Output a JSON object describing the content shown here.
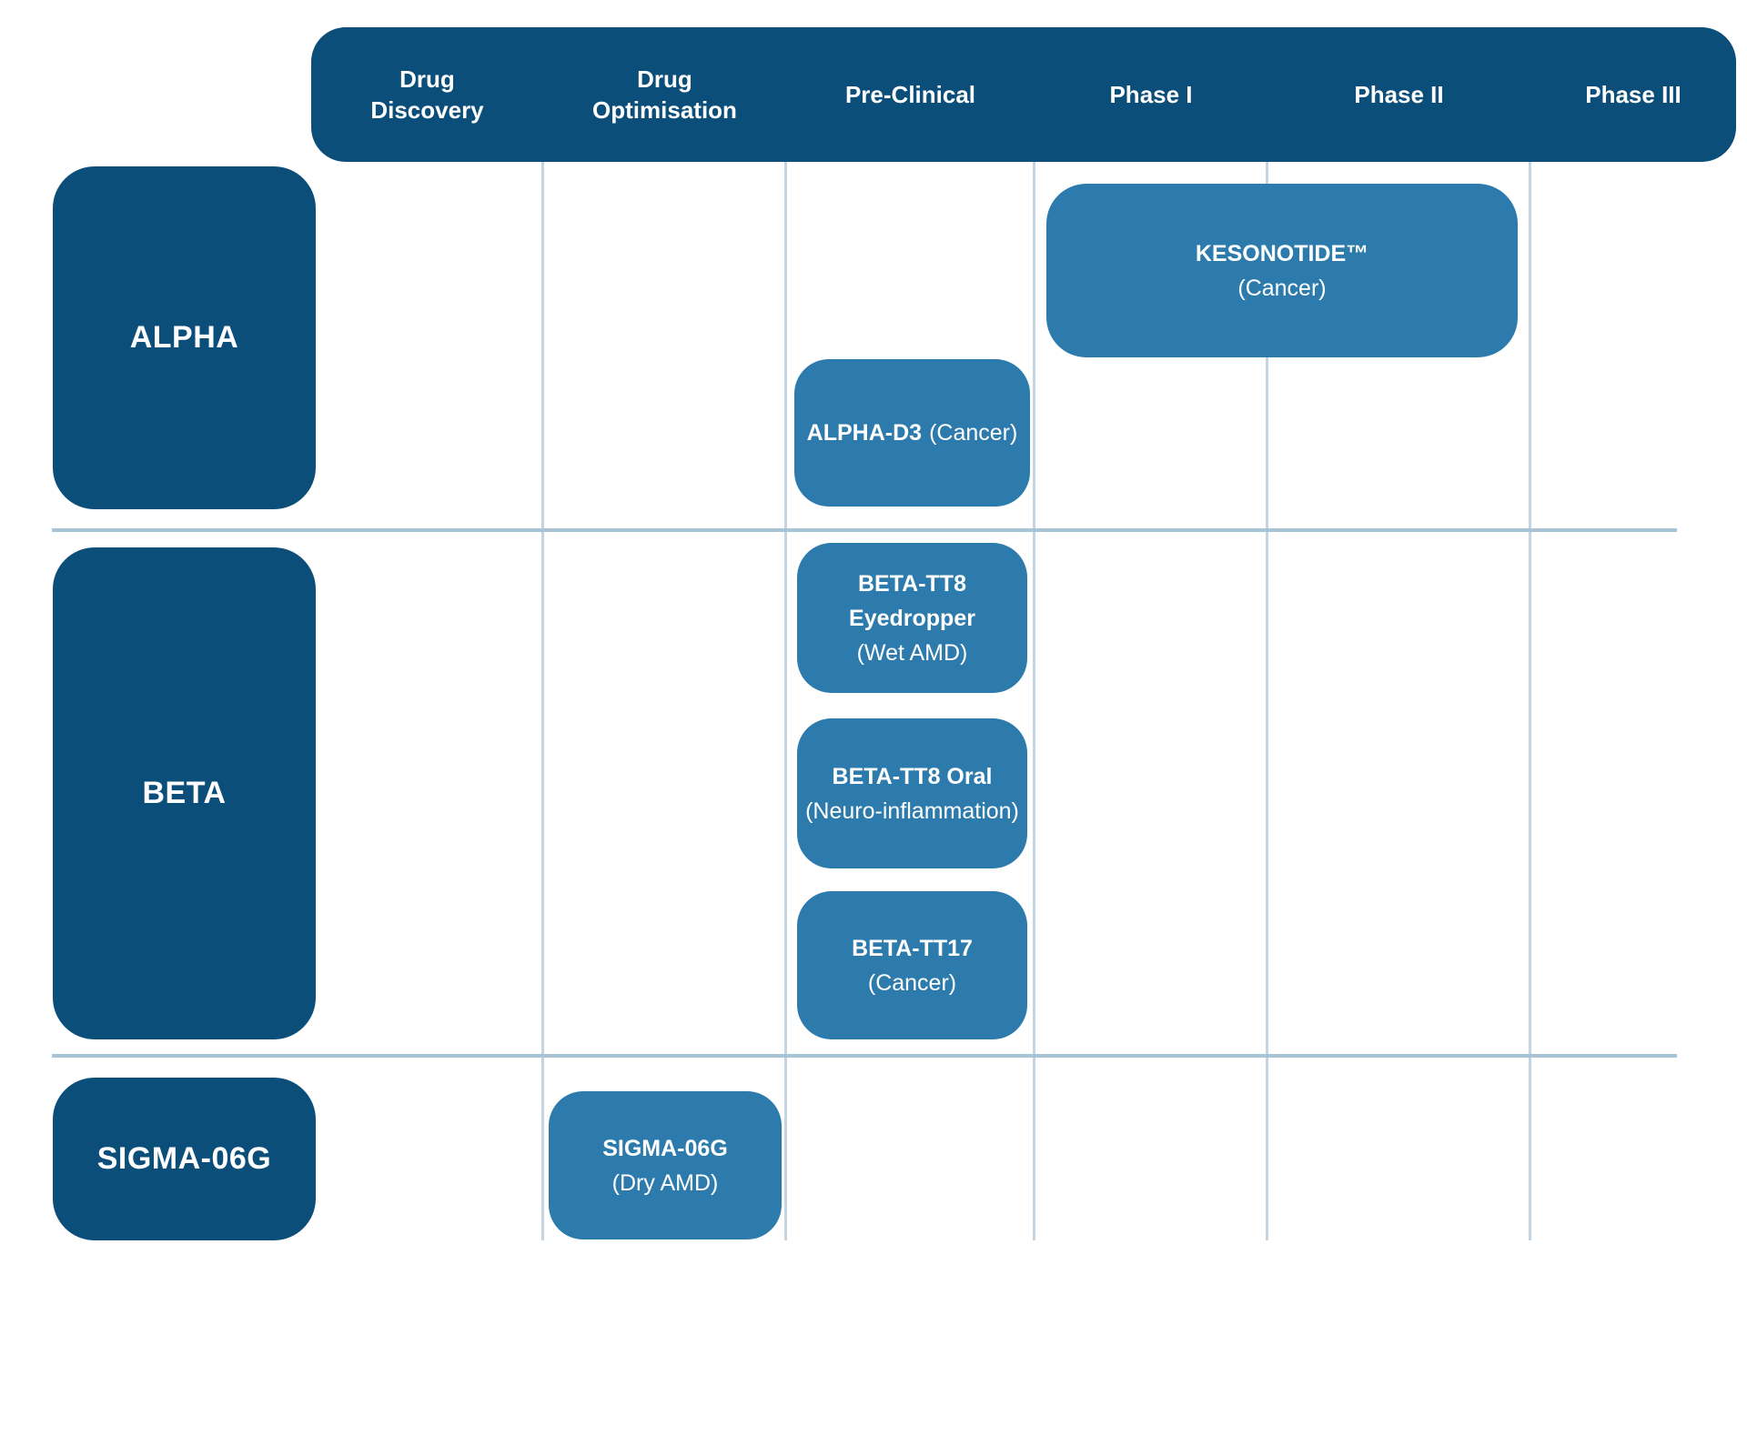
{
  "colors": {
    "dark_blue": "#0B4E79",
    "bar_blue": "#2C7BAC",
    "gridline": "#C3D4E2",
    "separator": "#A7C3D8",
    "text_on_blue": "#FFFFFF",
    "background": "#FFFFFF"
  },
  "stage_header": {
    "stages": [
      "Drug\nDiscovery",
      "Drug\nOptimisation",
      "Pre-Clinical",
      "Phase I",
      "Phase II",
      "Phase III"
    ]
  },
  "programs": [
    {
      "label": "ALPHA"
    },
    {
      "label": "BETA"
    },
    {
      "label": "SIGMA-06G"
    }
  ],
  "pipeline_bars": [
    {
      "name": "KESONOTIDE™",
      "indication": "(Cancer)",
      "program": "ALPHA",
      "stage_span": "Phase I – Phase II"
    },
    {
      "name": "ALPHA-D3",
      "indication": "(Cancer)",
      "program": "ALPHA",
      "stage_span": "Pre-Clinical"
    },
    {
      "name": "BETA-TT8\nEyedropper",
      "indication": "(Wet AMD)",
      "program": "BETA",
      "stage_span": "Pre-Clinical"
    },
    {
      "name": "BETA-TT8 Oral",
      "indication": "(Neuro-inflammation)",
      "program": "BETA",
      "stage_span": "Pre-Clinical"
    },
    {
      "name": "BETA-TT17",
      "indication": "(Cancer)",
      "program": "BETA",
      "stage_span": "Pre-Clinical"
    },
    {
      "name": "SIGMA-06G",
      "indication": "(Dry AMD)",
      "program": "SIGMA-06G",
      "stage_span": "Drug Optimisation"
    }
  ]
}
